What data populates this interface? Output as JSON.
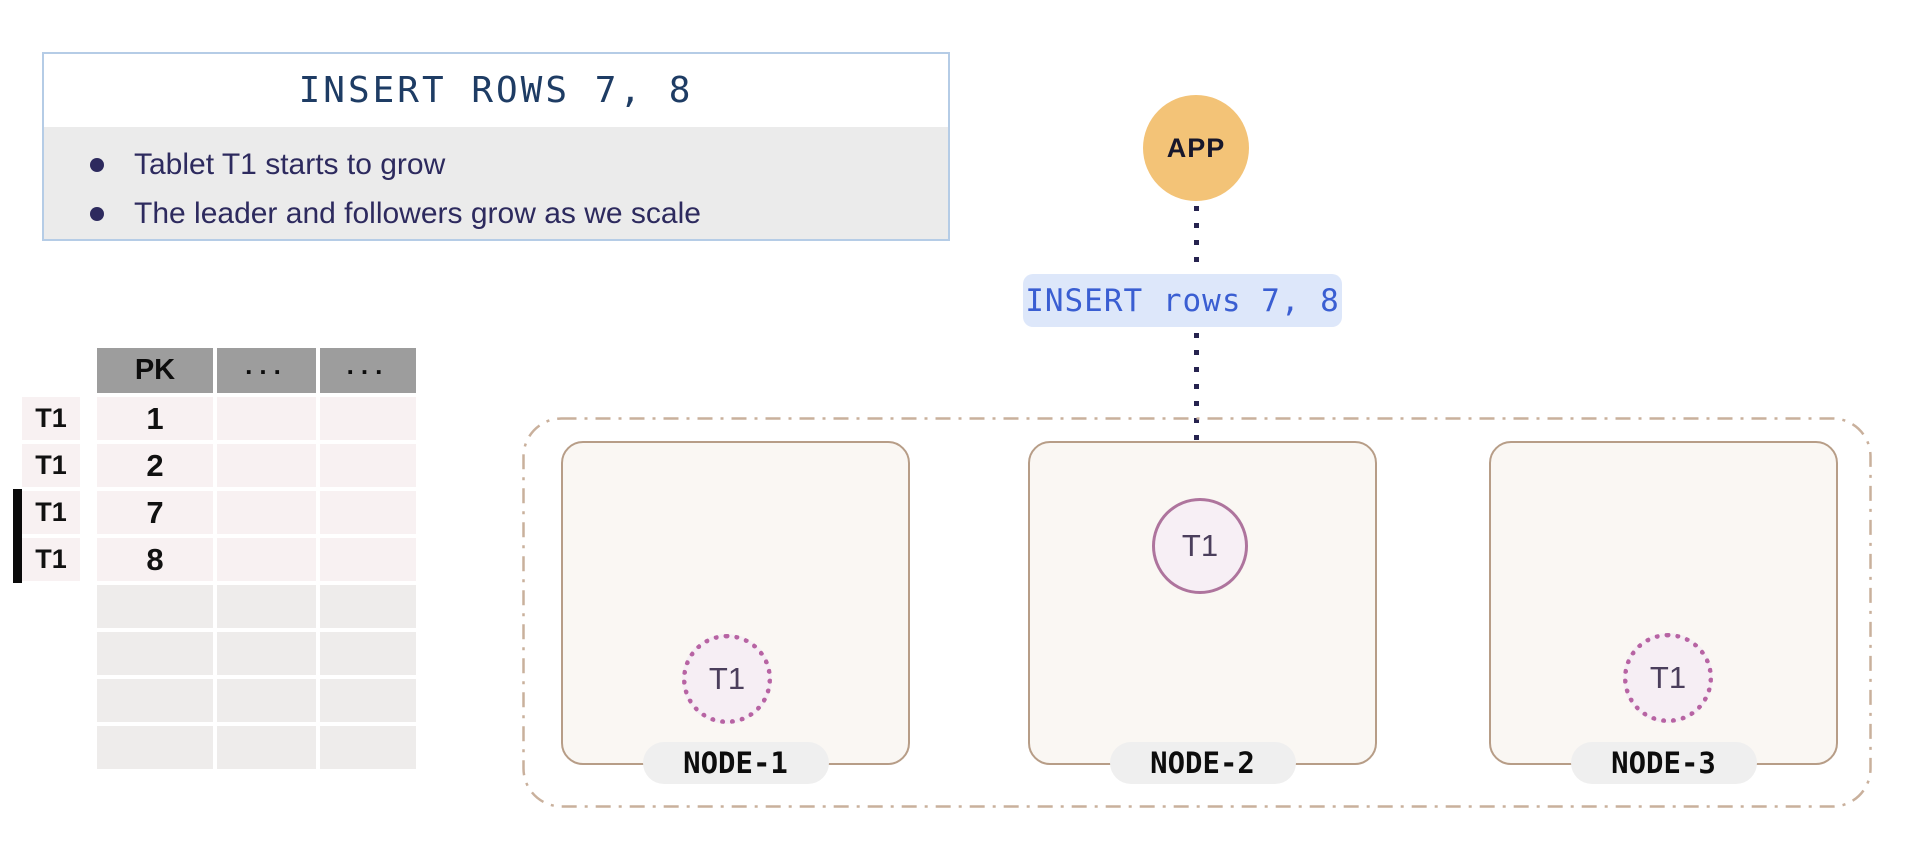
{
  "info_box": {
    "title": "INSERT ROWS 7, 8",
    "bullets": [
      "Tablet T1 starts to grow",
      "The leader and followers grow as we scale"
    ]
  },
  "app": {
    "label": "APP"
  },
  "request_badge": {
    "label": "INSERT rows 7, 8"
  },
  "table": {
    "headers": [
      "PK",
      "...",
      "..."
    ],
    "rows": [
      {
        "tablet": "T1",
        "pk": "1",
        "new": false
      },
      {
        "tablet": "T1",
        "pk": "2",
        "new": false
      },
      {
        "tablet": "T1",
        "pk": "7",
        "new": true
      },
      {
        "tablet": "T1",
        "pk": "8",
        "new": true
      }
    ],
    "empty_row_count": 4
  },
  "cluster": {
    "nodes": [
      {
        "name": "NODE-1",
        "tablets": [
          {
            "label": "T1",
            "role": "follower"
          }
        ]
      },
      {
        "name": "NODE-2",
        "tablets": [
          {
            "label": "T1",
            "role": "leader"
          }
        ]
      },
      {
        "name": "NODE-3",
        "tablets": [
          {
            "label": "T1",
            "role": "follower"
          }
        ]
      }
    ]
  },
  "colors": {
    "title_navy": "#1e3c64",
    "bullet_indigo": "#2d2a5e",
    "info_border_blue": "#b5cce6",
    "panel_gray": "#ebebeb",
    "table_header_gray": "#9d9d9d",
    "row_pink": "#f8f1f2",
    "row_empty_gray": "#eeeceb",
    "app_orange": "#f3c377",
    "arrow_navy": "#26234f",
    "badge_bg": "#dde7fa",
    "badge_text": "#3a5ed2",
    "cluster_border_tan": "#c9b09c",
    "node_border_tan": "#b79d87",
    "node_bg_cream": "#faf7f3",
    "pill_gray": "#efefef",
    "tablet_fill": "#f6eef4",
    "tablet_leader_border": "#ae749d",
    "tablet_follower_border": "#b763a3",
    "tablet_text": "#4b3e5c"
  }
}
